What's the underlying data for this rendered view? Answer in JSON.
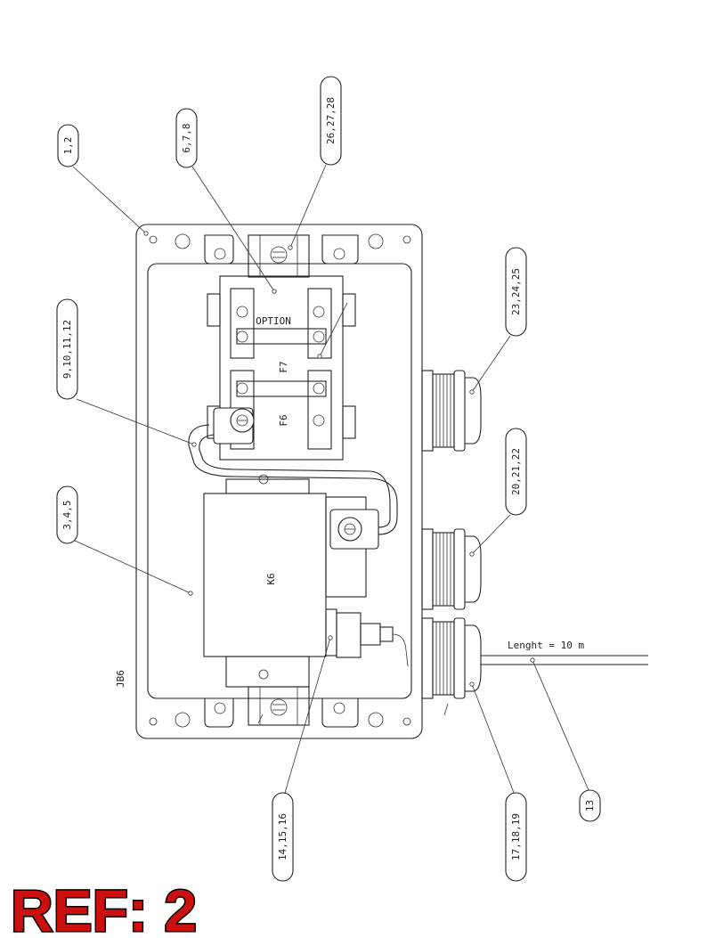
{
  "callouts": {
    "c_1_2": "1,2",
    "c_6_7_8": "6,7,8",
    "c_26_27_28": "26,27,28",
    "c_9_10_11_12": "9,10,11,12",
    "c_3_4_5": "3,4,5",
    "c_23_24_25": "23,24,25",
    "c_20_21_22": "20,21,22",
    "c_14_15_16": "14,15,16",
    "c_17_18_19": "17,18,19",
    "c_13": "13"
  },
  "labels": {
    "box_id": "JB6",
    "fuse_f7": "F7",
    "fuse_f6": "F6",
    "relay_k6": "K6",
    "option": "OPTION",
    "cable_length": "Lenght = 10 m"
  },
  "reference": "REF: 2",
  "colors": {
    "reference_red": "#cc1010",
    "line": "#222222"
  }
}
